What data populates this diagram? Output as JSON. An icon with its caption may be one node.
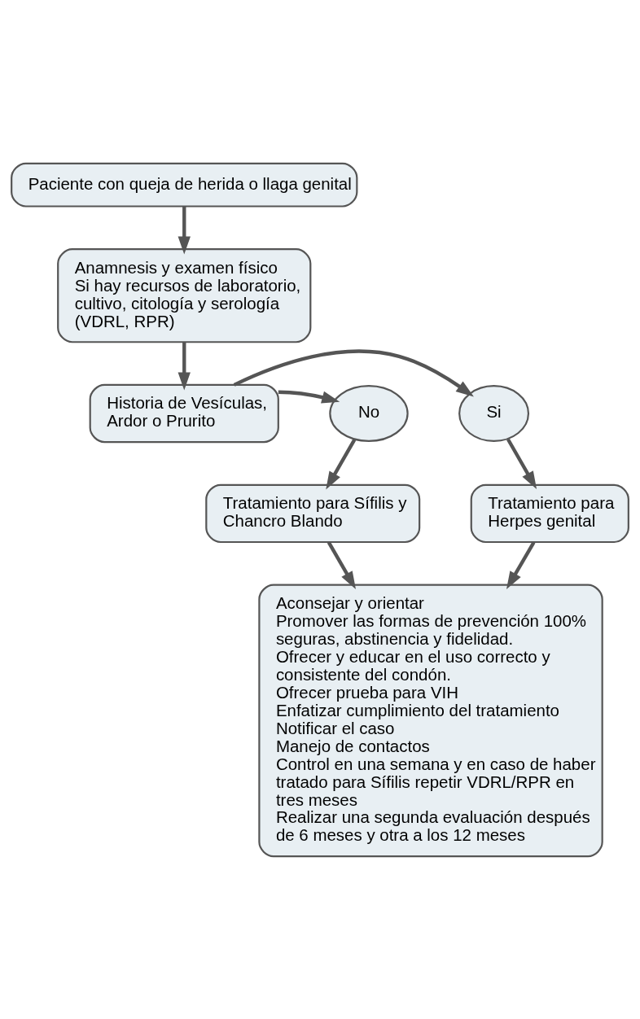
{
  "diagram": {
    "nodes": [
      {
        "text": [
          "Paciente con queja de herida o llaga genital"
        ]
      },
      {
        "text": [
          "Anamnesis y examen físico",
          "Si hay recursos de laboratorio, cultivo, citología y serología (VDRL, RPR)"
        ]
      },
      {
        "text": [
          "Historia de Vesículas, Ardor o Prurito"
        ]
      },
      {
        "text": [
          "Si"
        ]
      },
      {
        "text": [
          "No"
        ]
      },
      {
        "text": [
          "Tratamiento para Herpes genital"
        ]
      },
      {
        "text": [
          "Tratamiento para Sífilis y Chancro Blando"
        ]
      },
      {
        "text": [
          "Aconsejar y orientar",
          "Promover las formas de prevención 100% seguras, abstinencia y fidelidad.",
          "Ofrecer y educar en el uso correcto y consistente del condón.",
          "Ofrecer prueba para VIH",
          "Enfatizar cumplimiento del tratamiento",
          "Notificar el caso",
          "Manejo de contactos",
          "Control en una semana y en caso de haber tratado para Sífilis repetir VDRL/RPR en tres meses",
          "Realizar una segunda evaluación después de 6 meses y otra a los 12 meses"
        ]
      }
    ],
    "edges": [
      {
        "from": 0,
        "to": 1,
        "arrow": "to"
      },
      {
        "from": 1,
        "to": 2,
        "arrow": "to"
      },
      {
        "from": 2,
        "to": 3,
        "arrow": "to"
      },
      {
        "from": 2,
        "to": 4,
        "arrow": "to"
      },
      {
        "from": 3,
        "to": 5,
        "arrow": "to"
      },
      {
        "from": 4,
        "to": 6,
        "arrow": "to"
      },
      {
        "from": 5,
        "to": 7,
        "arrow": "to"
      },
      {
        "from": 6,
        "to": 7,
        "arrow": "to"
      }
    ]
  }
}
